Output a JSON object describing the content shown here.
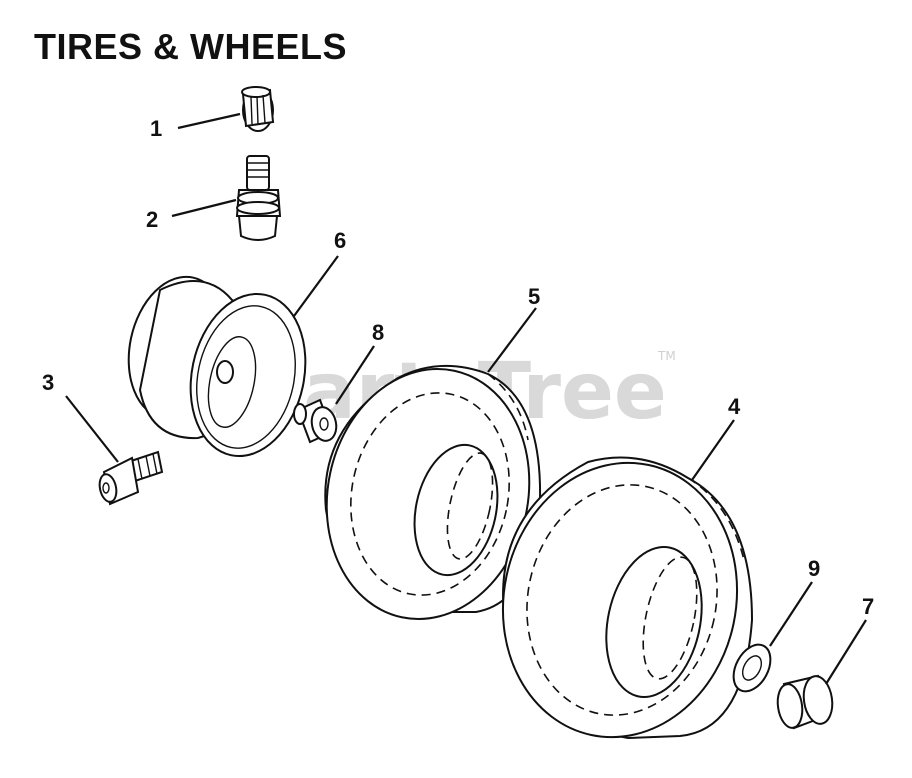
{
  "title": "TIRES & WHEELS",
  "watermark": {
    "text": "PartsTree",
    "tm": "TM"
  },
  "callouts": {
    "c1": "1",
    "c2": "2",
    "c3": "3",
    "c4": "4",
    "c5": "5",
    "c6": "6",
    "c7": "7",
    "c8": "8",
    "c9": "9"
  },
  "parts": [
    {
      "callout": "1",
      "icon": "valve-cap-icon"
    },
    {
      "callout": "2",
      "icon": "valve-stem-icon"
    },
    {
      "callout": "3",
      "icon": "grease-fitting-icon"
    },
    {
      "callout": "4",
      "icon": "tire-icon"
    },
    {
      "callout": "5",
      "icon": "tire-icon"
    },
    {
      "callout": "6",
      "icon": "wheel-rim-icon"
    },
    {
      "callout": "7",
      "icon": "bushing-cap-icon"
    },
    {
      "callout": "8",
      "icon": "bushing-icon"
    },
    {
      "callout": "9",
      "icon": "washer-icon"
    }
  ]
}
